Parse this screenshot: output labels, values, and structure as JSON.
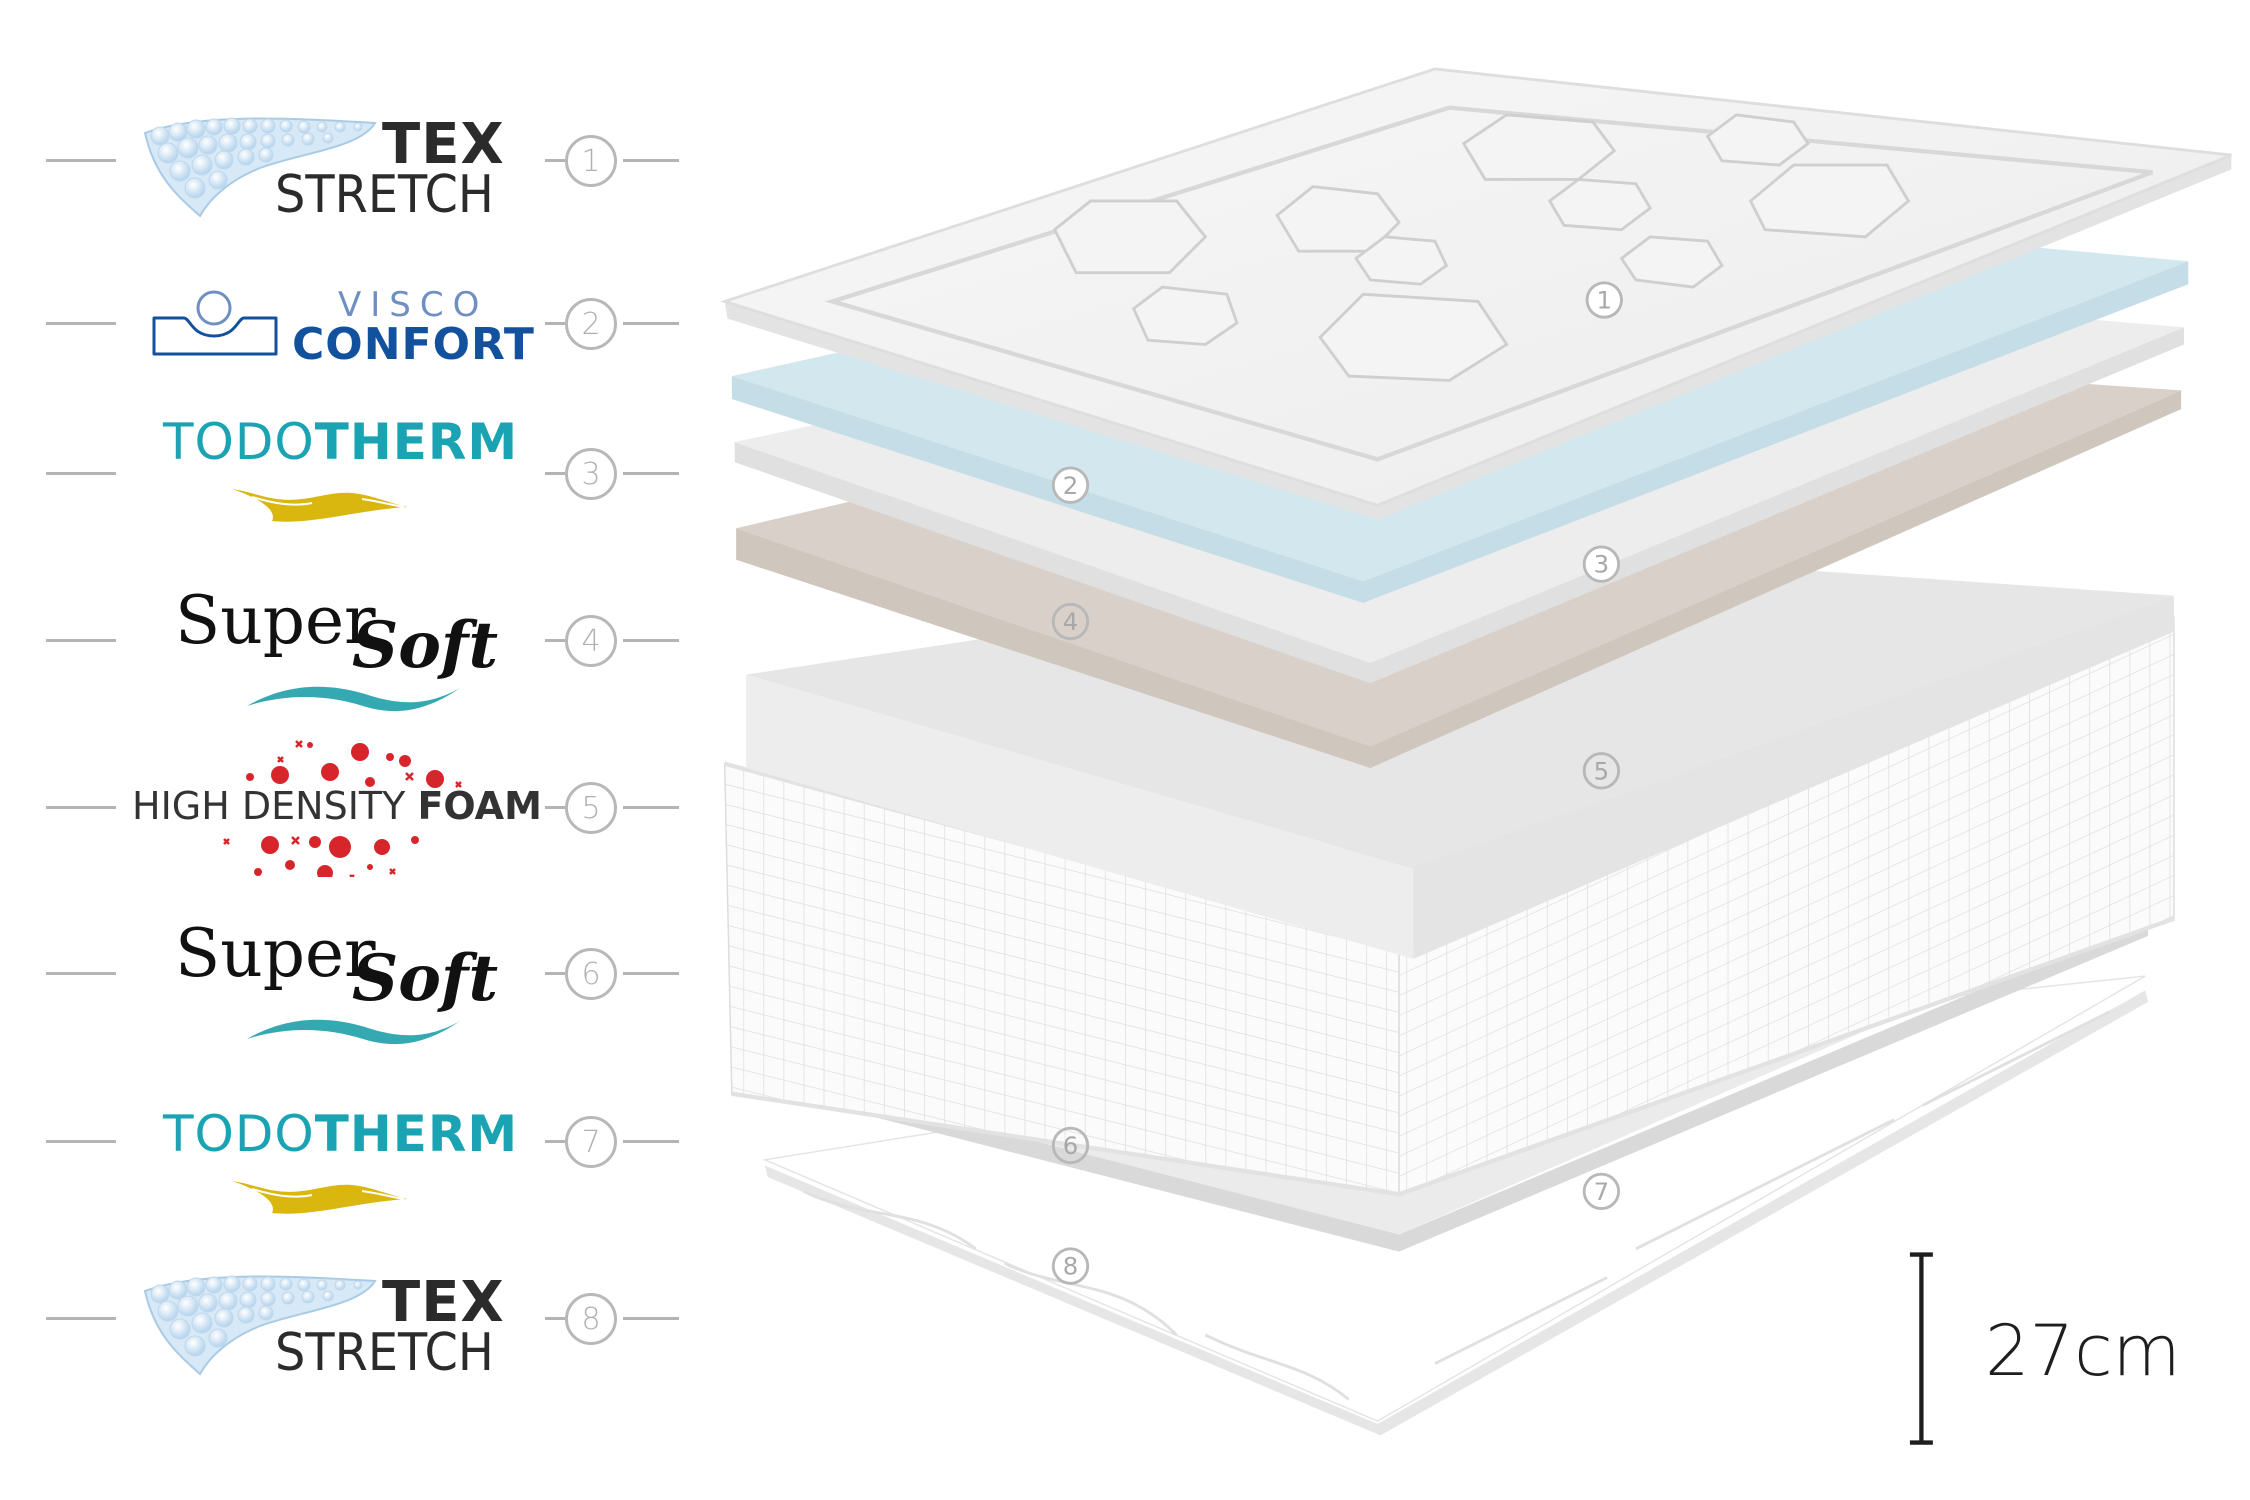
{
  "legend": {
    "layers": [
      {
        "number": "1",
        "brand_bold": "TEX",
        "brand_light": "STRETCH",
        "icon": "quilted-fabric-icon"
      },
      {
        "number": "2",
        "brand_light": "VISCO",
        "brand_bold": "CONFORT",
        "icon": "pillow-head-icon",
        "colors": {
          "light": "#6f8fc2",
          "bold": "#11519d"
        }
      },
      {
        "number": "3",
        "brand_light": "TODO",
        "brand_bold": "THERM",
        "icon": "heat-wave-icon",
        "colors": {
          "text": "#1aa3b2",
          "wave": "#d9b70f"
        }
      },
      {
        "number": "4",
        "brand_light": "Super",
        "brand_bold": "Soft",
        "icon": "wave-swoosh-icon",
        "colors": {
          "wave": "#35a9b1"
        }
      },
      {
        "number": "5",
        "brand_light": "HIGH DENSITY",
        "brand_bold": "FOAM",
        "icon": "bubbles-icon",
        "colors": {
          "bubbles": "#d7262b"
        }
      },
      {
        "number": "6",
        "brand_light": "Super",
        "brand_bold": "Soft",
        "icon": "wave-swoosh-icon",
        "colors": {
          "wave": "#35a9b1"
        }
      },
      {
        "number": "7",
        "brand_light": "TODO",
        "brand_bold": "THERM",
        "icon": "heat-wave-icon",
        "colors": {
          "text": "#1aa3b2",
          "wave": "#d9b70f"
        }
      },
      {
        "number": "8",
        "brand_bold": "TEX",
        "brand_light": "STRETCH",
        "icon": "quilted-fabric-icon"
      }
    ]
  },
  "diagram": {
    "markers": [
      "1",
      "2",
      "3",
      "4",
      "5",
      "6",
      "7",
      "8"
    ],
    "layer_colors": {
      "cover": "#f1f1f1",
      "visco": "#d3e7ee",
      "white_foam": "#ececec",
      "beige_foam": "#d8d0c9",
      "hd_foam": "#e6e6e6",
      "core": "#fafafa"
    }
  },
  "dimension": {
    "label": "27cm"
  }
}
